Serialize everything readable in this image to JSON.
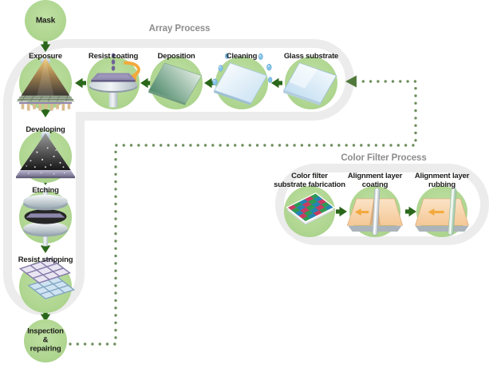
{
  "colors": {
    "background": "#ffffff",
    "track_gray": "#ececec",
    "circle_green": "#aed58f",
    "arrow_green": "#2a671a",
    "dotted_line_green": "#6f8f5f",
    "loop_arrowhead_green": "#52793d",
    "title_gray": "#8d8d8d",
    "label_text": "#1d1d1b"
  },
  "array_process": {
    "title": "Array Process",
    "steps": [
      {
        "id": "mask",
        "label": "Mask",
        "icon": "none"
      },
      {
        "id": "exposure",
        "label": "Exposure",
        "icon": "exposure-lamp-icon"
      },
      {
        "id": "resist-coating",
        "label": "Resist coating",
        "icon": "spin-coater-icon"
      },
      {
        "id": "deposition",
        "label": "Deposition",
        "icon": "deposition-plate-icon"
      },
      {
        "id": "cleaning",
        "label": "Cleaning",
        "icon": "cleaning-spray-icon"
      },
      {
        "id": "glass-substrate",
        "label": "Glass substrate",
        "icon": "glass-plate-icon"
      },
      {
        "id": "developing",
        "label": "Developing",
        "icon": "developing-lamp-icon"
      },
      {
        "id": "etching",
        "label": "Etching",
        "icon": "etching-press-icon"
      },
      {
        "id": "resist-stripping",
        "label": "Resist stripping",
        "icon": "patterned-plates-icon"
      },
      {
        "id": "inspection-repairing",
        "label": "Inspection\n&\nrepairing",
        "icon": "none"
      }
    ]
  },
  "color_filter_process": {
    "title": "Color Filter Process",
    "steps": [
      {
        "id": "color-filter-substrate-fabrication",
        "label": "Color filter\nsubstrate fabrication",
        "icon": "rgb-mosaic-plate-icon"
      },
      {
        "id": "alignment-layer-coating",
        "label": "Alignment layer\ncoating",
        "icon": "coating-roller-icon"
      },
      {
        "id": "alignment-layer-rubbing",
        "label": "Alignment layer\nrubbing",
        "icon": "rubbing-roller-icon"
      }
    ]
  }
}
